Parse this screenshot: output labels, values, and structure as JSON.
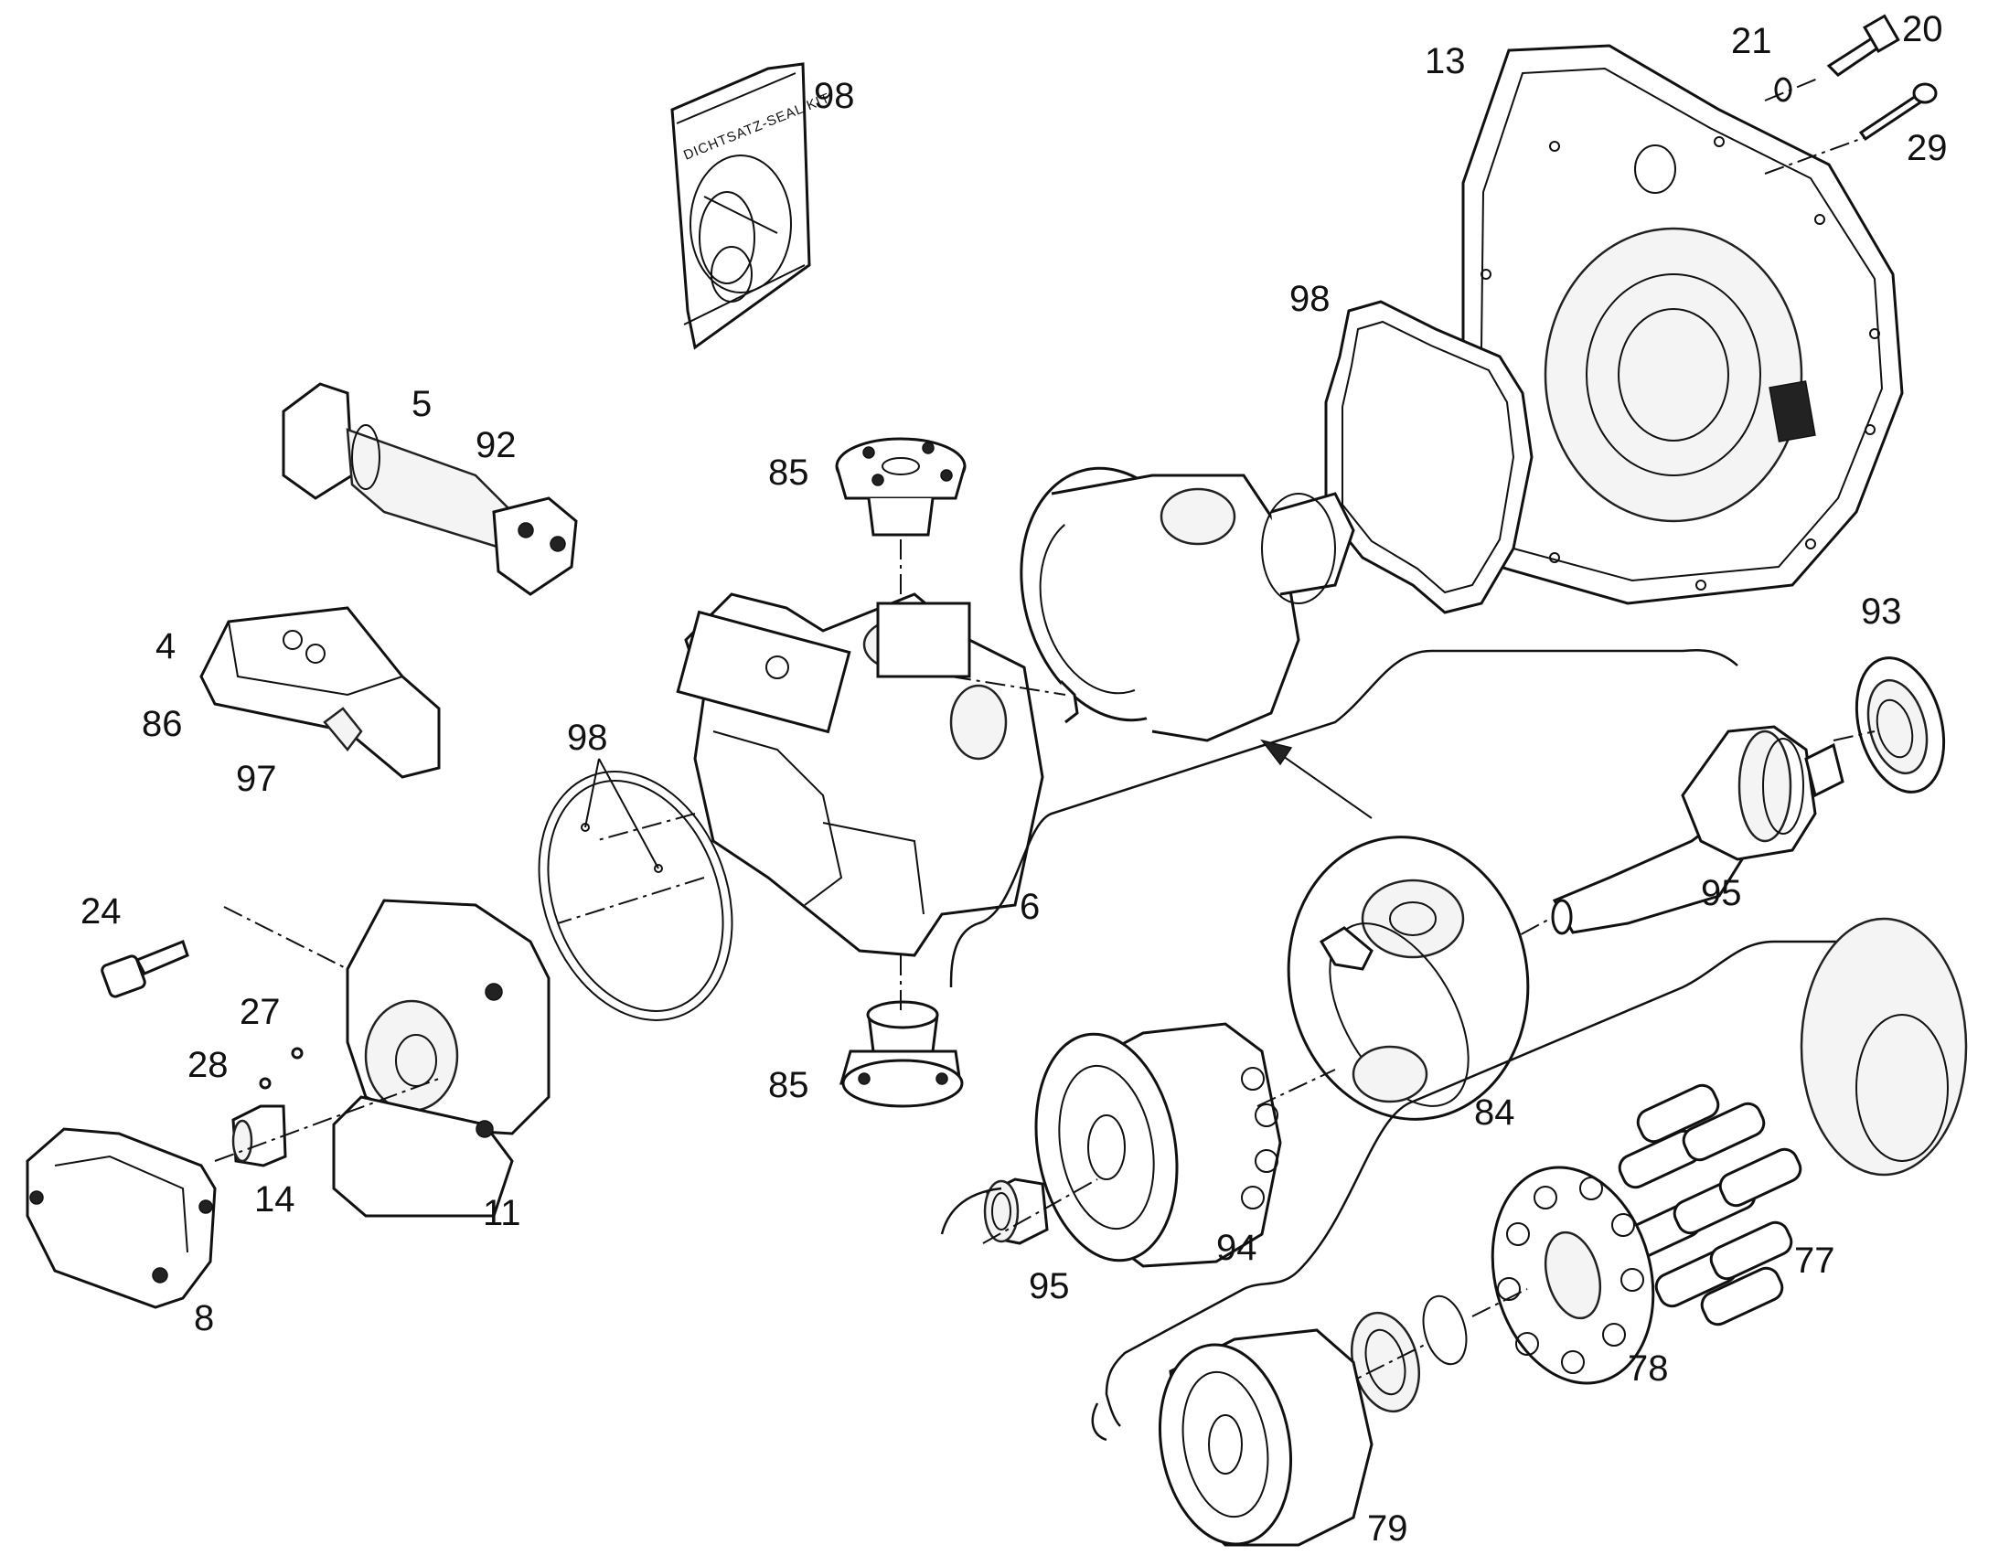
{
  "callouts": [
    {
      "id": "c98a",
      "text": "98"
    },
    {
      "id": "c13",
      "text": "13"
    },
    {
      "id": "c21",
      "text": "21"
    },
    {
      "id": "c20",
      "text": "20"
    },
    {
      "id": "c29",
      "text": "29"
    },
    {
      "id": "c98b",
      "text": "98"
    },
    {
      "id": "c5",
      "text": "5"
    },
    {
      "id": "c92",
      "text": "92"
    },
    {
      "id": "c85a",
      "text": "85"
    },
    {
      "id": "c4",
      "text": "4"
    },
    {
      "id": "c86",
      "text": "86"
    },
    {
      "id": "c97",
      "text": "97"
    },
    {
      "id": "c98c",
      "text": "98"
    },
    {
      "id": "c93",
      "text": "93"
    },
    {
      "id": "c95a",
      "text": "95"
    },
    {
      "id": "c6",
      "text": "6"
    },
    {
      "id": "c24",
      "text": "24"
    },
    {
      "id": "c27",
      "text": "27"
    },
    {
      "id": "c28",
      "text": "28"
    },
    {
      "id": "c85b",
      "text": "85"
    },
    {
      "id": "c84",
      "text": "84"
    },
    {
      "id": "c14",
      "text": "14"
    },
    {
      "id": "c11",
      "text": "11"
    },
    {
      "id": "c94",
      "text": "94"
    },
    {
      "id": "c95b",
      "text": "95"
    },
    {
      "id": "c77",
      "text": "77"
    },
    {
      "id": "c8",
      "text": "8"
    },
    {
      "id": "c78",
      "text": "78"
    },
    {
      "id": "c79",
      "text": "79"
    }
  ],
  "seal_kit": {
    "text": "DICHTSATZ-SEAL KIT"
  }
}
